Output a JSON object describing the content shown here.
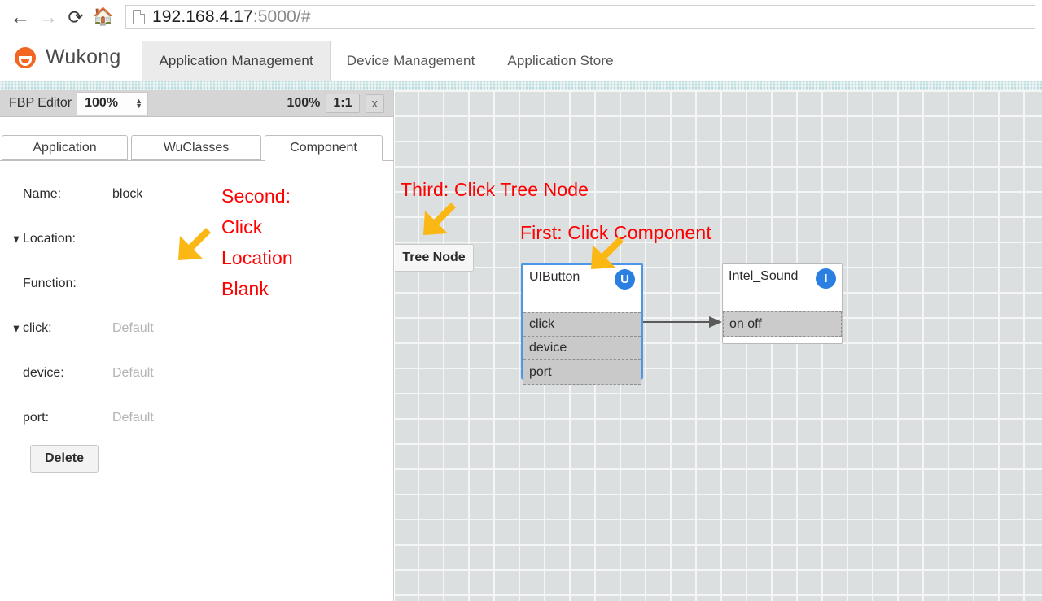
{
  "browser": {
    "back_icon": "back-arrow-icon",
    "forward_icon": "forward-arrow-icon",
    "reload_icon": "reload-icon",
    "home_icon": "home-icon",
    "page_icon": "page-document-icon",
    "url_host": "192.168.4.17",
    "url_rest": ":5000/#"
  },
  "app_nav": {
    "brand_logo": "wukong-monkey-logo",
    "brand": "Wukong",
    "tabs": [
      {
        "label": "Application Management",
        "active": true
      },
      {
        "label": "Device Management",
        "active": false
      },
      {
        "label": "Application Store",
        "active": false
      }
    ]
  },
  "editor_toolbar": {
    "title": "FBP Editor",
    "zoom_select_value": "100%",
    "spinner_icon": "spinner-up-down-icon",
    "zoom_readout": "100%",
    "one_to_one_label": "1:1",
    "close_label": "x"
  },
  "panel_tabs": [
    {
      "label": "Application",
      "active": false
    },
    {
      "label": "WuClasses",
      "active": false
    },
    {
      "label": "Component",
      "active": true
    }
  ],
  "properties": [
    {
      "caret": "▼",
      "has_caret": false,
      "label": "Name:",
      "value": "block",
      "placeholder": false
    },
    {
      "caret": "▼",
      "has_caret": true,
      "label": "Location:",
      "value": "",
      "placeholder": false
    },
    {
      "caret": "▼",
      "has_caret": false,
      "label": "Function:",
      "value": "",
      "placeholder": false
    },
    {
      "caret": "▼",
      "has_caret": true,
      "label": "click:",
      "value": "Default",
      "placeholder": true
    },
    {
      "caret": "▼",
      "has_caret": false,
      "label": "device:",
      "value": "Default",
      "placeholder": true
    },
    {
      "caret": "▼",
      "has_caret": false,
      "label": "port:",
      "value": "Default",
      "placeholder": true
    }
  ],
  "delete_button": "Delete",
  "canvas": {
    "tree_node_button": "Tree Node",
    "nodes": [
      {
        "id": "uibutton",
        "title": "UIButton",
        "badge": "U",
        "badge_color": "#2b7fe0",
        "selected": true,
        "selection_color": "#4d97e8",
        "ports": [
          "click",
          "device",
          "port"
        ],
        "resize_handle_icon": "resize-handle-icon"
      },
      {
        "id": "intelsound",
        "title": "Intel_Sound",
        "badge": "I",
        "badge_color": "#2b7fe0",
        "selected": false,
        "ports": [
          "on off"
        ]
      }
    ],
    "connection": {
      "from": "UIButton.click",
      "to": "Intel_Sound.on off"
    }
  },
  "annotations": [
    {
      "id": "second",
      "text": "Second:\nClick\nLocation\nBlank",
      "color": "#ff0000",
      "arrow_icon": "arrow-down-left-icon",
      "arrow_color": "#fbb713"
    },
    {
      "id": "third",
      "text": "Third: Click Tree Node",
      "color": "#ff0000",
      "arrow_icon": "arrow-down-left-icon",
      "arrow_color": "#fbb713"
    },
    {
      "id": "first",
      "text": "First: Click Component",
      "color": "#ff0000",
      "arrow_icon": "arrow-down-left-icon",
      "arrow_color": "#fbb713"
    }
  ]
}
